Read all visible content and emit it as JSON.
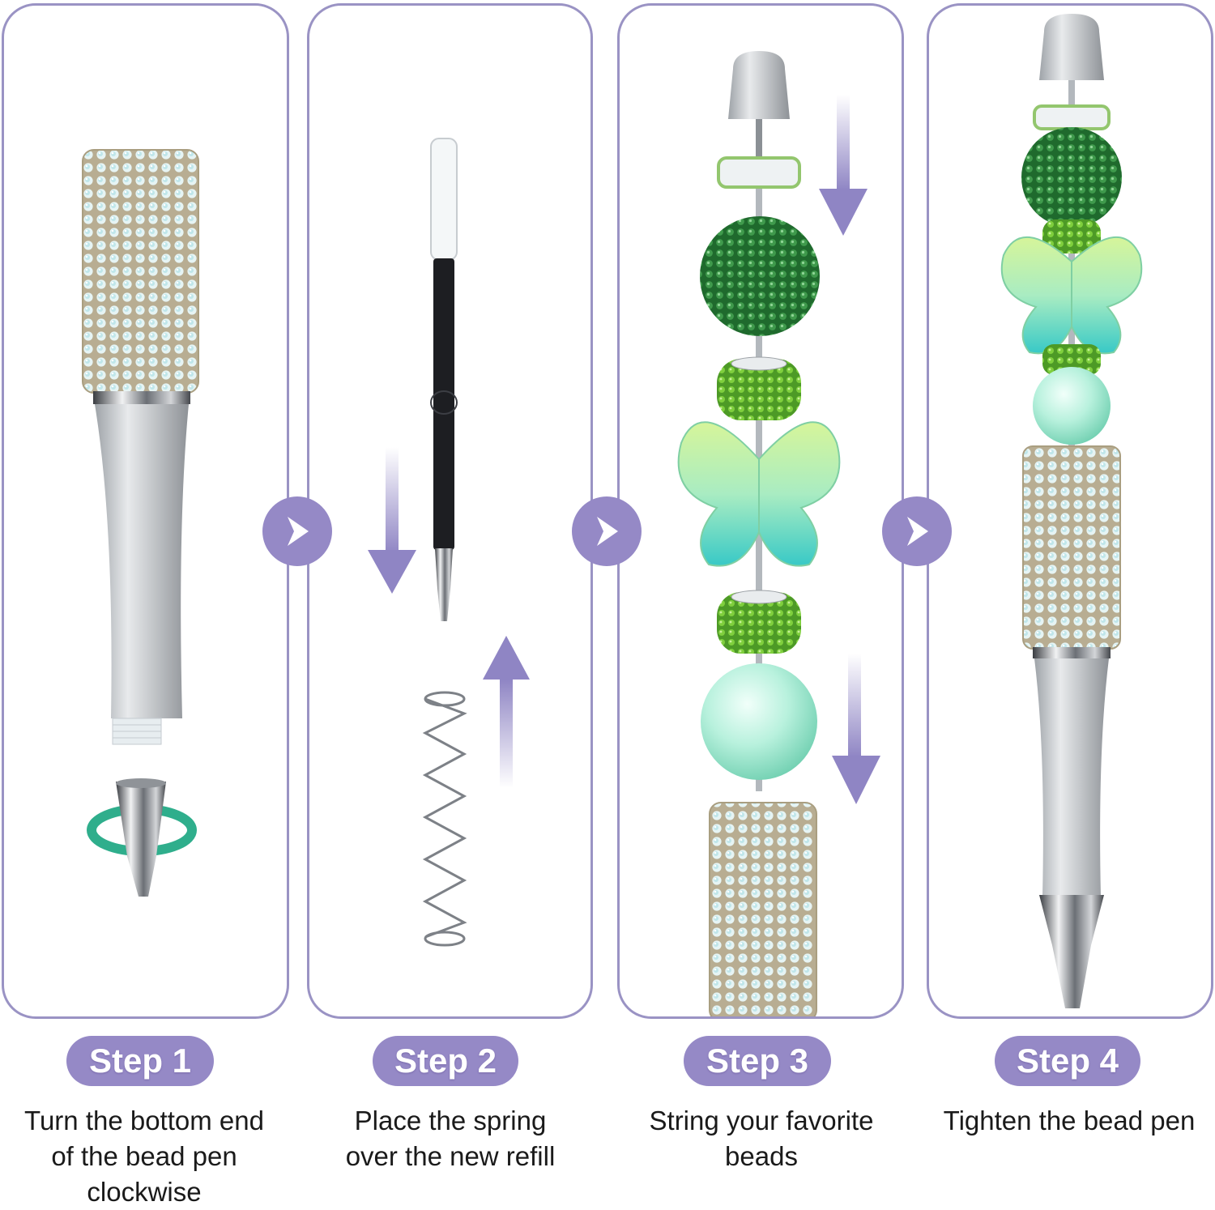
{
  "colors": {
    "border": "#9a93c4",
    "accent": "#9589c6",
    "arrow": "#8f85c4",
    "rotate": "#2fae8c"
  },
  "icons": {
    "step_chevron": "chevron-right-icon",
    "flow_arrows": "arrow-up-down-icon",
    "rotation": "rotate-clockwise-icon"
  },
  "steps": [
    {
      "badge": "Step 1",
      "caption": [
        "Turn the bottom end",
        "of the bead pen",
        "clockwise"
      ]
    },
    {
      "badge": "Step 2",
      "caption": [
        "Place the spring",
        "over the new refill"
      ]
    },
    {
      "badge": "Step 3",
      "caption": [
        "String your favorite",
        "beads"
      ]
    },
    {
      "badge": "Step 4",
      "caption": [
        "Tighten the bead pen"
      ]
    }
  ]
}
